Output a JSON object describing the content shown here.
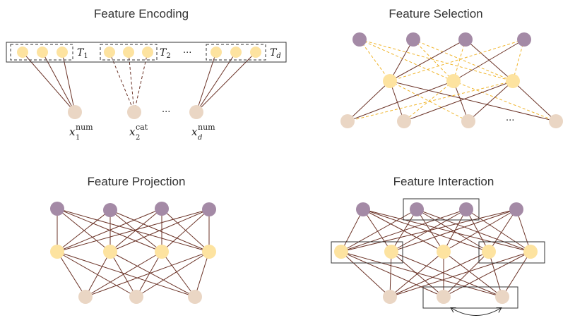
{
  "titles": {
    "encoding": "Feature Encoding",
    "selection": "Feature Selection",
    "projection": "Feature Projection",
    "interaction": "Feature Interaction"
  },
  "encoding": {
    "tokens": [
      {
        "base": "T",
        "sub": "1"
      },
      {
        "base": "T",
        "sub": "2"
      },
      {
        "base": "T",
        "sub": "d"
      }
    ],
    "ellipsis_top": "···",
    "ellipsis_bottom": "···",
    "features": [
      {
        "base": "x",
        "sub": "1",
        "sup": "num"
      },
      {
        "base": "x",
        "sub": "2",
        "sup": "cat"
      },
      {
        "base": "x",
        "sub": "d",
        "sup": "num"
      }
    ]
  },
  "selection": {
    "ellipsis": "···"
  },
  "colors": {
    "purple": "#a48aa6",
    "yellow": "#fde3a0",
    "beige": "#ead6c4",
    "edge": "#6b3327",
    "dashed_yellow": "#f0b429",
    "box": "#333333"
  }
}
